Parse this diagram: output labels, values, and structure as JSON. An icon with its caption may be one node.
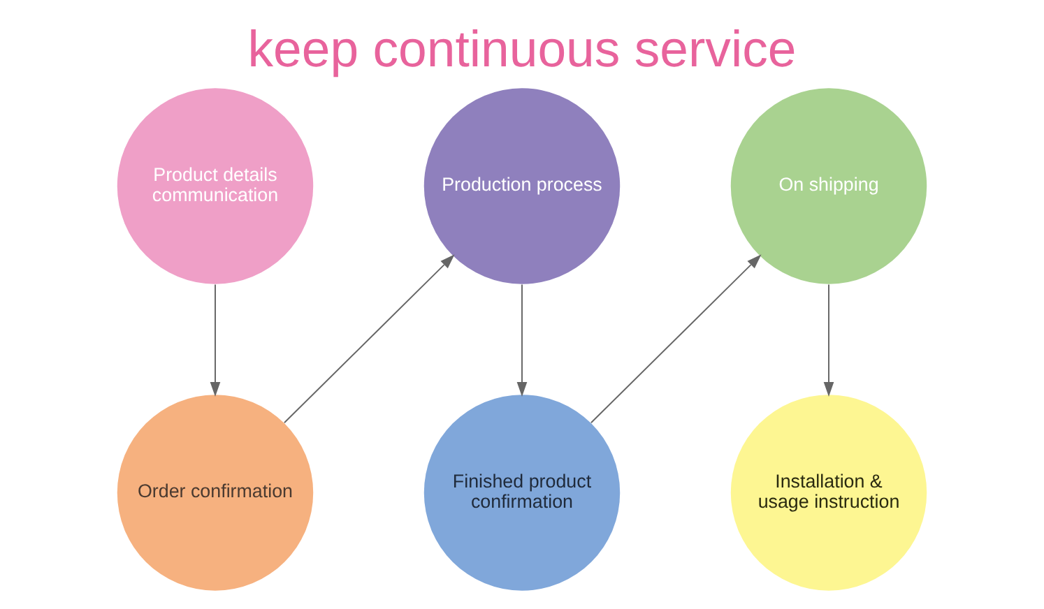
{
  "diagram": {
    "title": "keep continuous service",
    "nodes": [
      {
        "text": [
          "Product details communication"
        ]
      },
      {
        "text": [
          "Order confirmation"
        ]
      },
      {
        "text": [
          "Production process"
        ]
      },
      {
        "text": [
          "Finished product confirmation"
        ]
      },
      {
        "text": [
          "On shipping"
        ]
      },
      {
        "text": [
          "Installation & usage instruction"
        ]
      }
    ],
    "edges": [
      {
        "from": 0,
        "to": 1,
        "arrow": "to"
      },
      {
        "from": 1,
        "to": 2,
        "arrow": "to"
      },
      {
        "from": 2,
        "to": 3,
        "arrow": "to"
      },
      {
        "from": 3,
        "to": 4,
        "arrow": "to"
      },
      {
        "from": 4,
        "to": 5,
        "arrow": "to"
      }
    ]
  }
}
